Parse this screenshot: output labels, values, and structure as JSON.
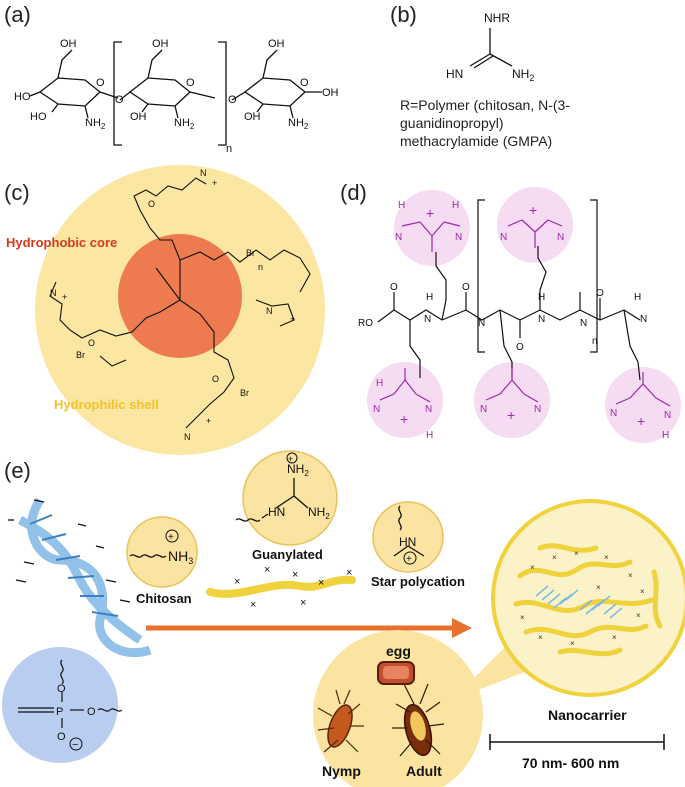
{
  "panels": {
    "a": {
      "label": "(a)",
      "sub_n": "n",
      "groups": {
        "ho1": "HO",
        "ho2": "HO",
        "oh1": "OH",
        "oh2": "OH",
        "oh3": "OH",
        "oh4": "OH",
        "oh5": "OH",
        "o1": "O",
        "o2": "O",
        "o3": "O",
        "o4": "O",
        "o5": "O",
        "nh2_1": "NH",
        "nh2_2": "NH",
        "nh2_3": "NH",
        "sub2": "2"
      }
    },
    "b": {
      "label": "(b)",
      "nhr": "NHR",
      "hn": "HN",
      "nh2": "NH",
      "sub2": "2",
      "caption_lines": [
        "R=Polymer (chitosan, N-(3-",
        "guanidinopropyl)",
        "methacrylamide (GMPA)"
      ]
    },
    "c": {
      "label": "(c)",
      "core_label": "Hydrophobic core",
      "shell_label": "Hydrophilic shell",
      "br": "Br",
      "plus": "+",
      "n": "n",
      "o": "O",
      "nlabel": "N"
    },
    "d": {
      "label": "(d)",
      "ro": "RO",
      "h": "H",
      "n": "N",
      "o": "O",
      "plus": "+",
      "sub_n": "n"
    },
    "e": {
      "label": "(e)",
      "chitosan": "Chitosan",
      "guanylated": "Guanylated",
      "star": "Star polycation",
      "nanocarrier": "Nanocarrier",
      "scale": "70 nm- 600 nm",
      "egg": "egg",
      "nymp": "Nymp",
      "adult": "Adult",
      "nh3": "NH",
      "sub3": "3",
      "nh2": "NH",
      "sub2": "2",
      "hn": "HN",
      "plus": "+",
      "minus": "−",
      "p": "P",
      "o": "O",
      "x": "×"
    }
  },
  "colors": {
    "shell": "#fbe6a2",
    "core": "#ee7a4f",
    "pink": "#f6dcf3",
    "purple": "#9a2aa8",
    "yellow_circle": "#fbe3a1",
    "yellow_stroke": "#e8c25a",
    "arrow": "#e8702f",
    "blue_circle": "#b9cdf0",
    "dna": "#7fb8e6",
    "ribbon": "#f0d23c",
    "red_text": "#d63a1e",
    "gold_text": "#f2c22e"
  }
}
